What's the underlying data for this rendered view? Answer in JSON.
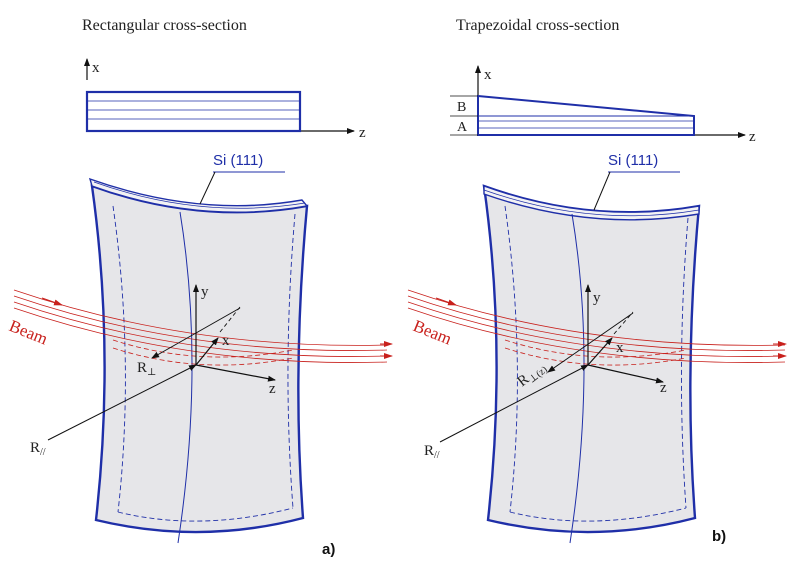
{
  "colors": {
    "outline": "#1f2fa8",
    "fill": "#e6e6e9",
    "beam": "#c8201c",
    "text": "#222222",
    "si_label": "#1f2fa8"
  },
  "panels": [
    {
      "title": "Rectangular cross-section",
      "section_axis_x": "x",
      "section_axis_z": "z",
      "si_label": "Si (111)",
      "beam_label": "Beam",
      "axis_y": "y",
      "axis_x": "x",
      "axis_z": "z",
      "r_perp_main": "R",
      "r_perp_sub": "⊥",
      "r_par_main": "R",
      "r_par_sub": "//",
      "panel_label": "a)"
    },
    {
      "title": "Trapezoidal cross-section",
      "section_axis_x": "x",
      "section_axis_z": "z",
      "layer_b": "B",
      "layer_a": "A",
      "si_label": "Si (111)",
      "beam_label": "Beam",
      "axis_y": "y",
      "axis_x": "x",
      "axis_z": "z",
      "r_perp_main": "R",
      "r_perp_sub": "⊥(z)",
      "r_par_main": "R",
      "r_par_sub": "//",
      "panel_label": "b)"
    }
  ]
}
